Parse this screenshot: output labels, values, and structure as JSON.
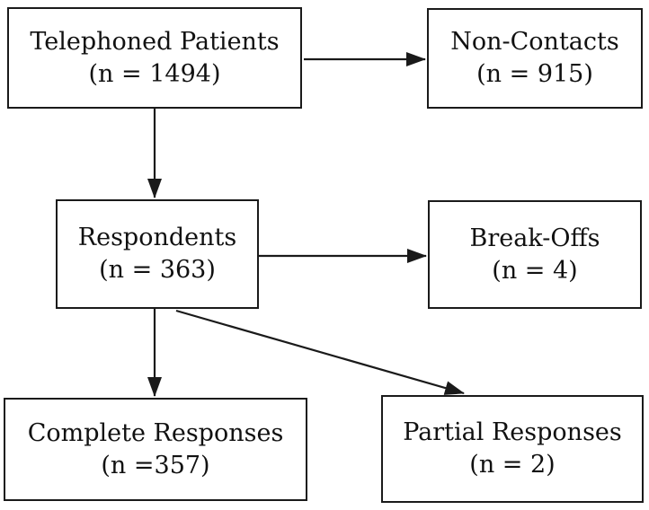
{
  "diagram": {
    "type": "flowchart",
    "background_color": "#ffffff",
    "line_color": "#1a1a1a",
    "text_color": "#111111",
    "nodes": [
      {
        "id": "telephoned-patients",
        "label": "Telephoned Patients",
        "count": "(n = 1494)",
        "n": 1494
      },
      {
        "id": "non-contacts",
        "label": "Non-Contacts",
        "count": "(n = 915)",
        "n": 915
      },
      {
        "id": "respondents",
        "label": "Respondents",
        "count": "(n = 363)",
        "n": 363
      },
      {
        "id": "break-offs",
        "label": "Break-Offs",
        "count": "(n = 4)",
        "n": 4
      },
      {
        "id": "complete-responses",
        "label": "Complete Responses",
        "count": "(n =357)",
        "n": 357
      },
      {
        "id": "partial-responses",
        "label": "Partial Responses",
        "count": "(n = 2)",
        "n": 2
      }
    ],
    "edges": [
      {
        "from": "telephoned-patients",
        "to": "non-contacts"
      },
      {
        "from": "telephoned-patients",
        "to": "respondents"
      },
      {
        "from": "respondents",
        "to": "break-offs"
      },
      {
        "from": "respondents",
        "to": "complete-responses"
      },
      {
        "from": "respondents",
        "to": "partial-responses"
      }
    ]
  }
}
